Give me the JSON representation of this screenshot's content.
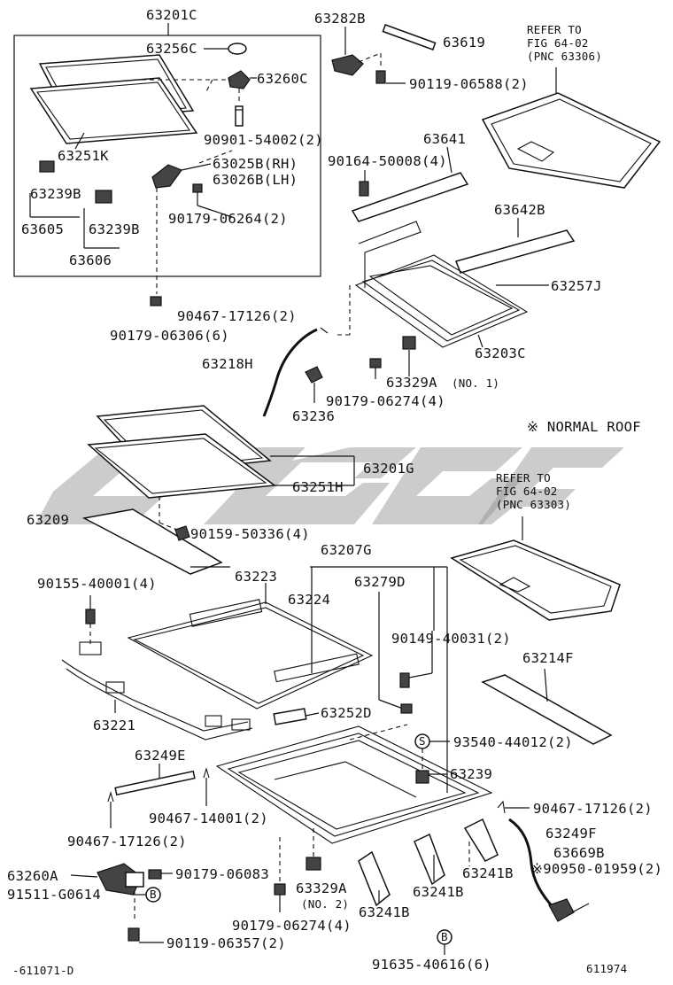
{
  "labels": {
    "p63201C": "63201C",
    "p63256C": "63256C",
    "p63260C": "63260C",
    "p90901": "90901-54002(2)",
    "p63251K": "63251K",
    "p63025B": "63025B(RH)",
    "p63026B": "63026B(LH)",
    "p63239B_1": "63239B",
    "p63605": "63605",
    "p63239B_2": "63239B",
    "p90179_06264": "90179-06264(2)",
    "p63606": "63606",
    "p63282B": "63282B",
    "p63619": "63619",
    "p90119_06588": "90119-06588(2)",
    "ref1_line1": "REFER TO",
    "ref1_line2": "FIG 64-02",
    "ref1_line3": "(PNC 63306)",
    "p63641": "63641",
    "p90164": "90164-50008(4)",
    "p63642B": "63642B",
    "p63257J": "63257J",
    "p90467_17126_a": "90467-17126(2)",
    "p90179_06306": "90179-06306(6)",
    "p63203C": "63203C",
    "p63218H": "63218H",
    "p63329A_1": "63329A",
    "p63329A_1_note": "(NO. 1)",
    "p90179_06274_a": "90179-06274(4)",
    "p63236": "63236",
    "normal_roof": "※ NORMAL ROOF",
    "p63201G": "63201G",
    "p63251H": "63251H",
    "ref2_line1": "REFER TO",
    "ref2_line2": "FIG 64-02",
    "ref2_line3": "(PNC 63303)",
    "p63209": "63209",
    "p90159": "90159-50336(4)",
    "p63207G": "63207G",
    "p90155": "90155-40001(4)",
    "p63223": "63223",
    "p63224": "63224",
    "p63279D": "63279D",
    "p90149": "90149-40031(2)",
    "p63214F": "63214F",
    "p63221": "63221",
    "p63252D": "63252D",
    "p93540": "93540-44012(2)",
    "s_marker": "S",
    "p63249E": "63249E",
    "p63239": "63239",
    "p90467_14001": "90467-14001(2)",
    "p90467_17126_b": "90467-17126(2)",
    "p90467_17126_c": "90467-17126(2)",
    "p63249F": "63249F",
    "p63669B": "63669B",
    "p90950": "※90950-01959(2)",
    "p63260A": "63260A",
    "p90179_06083": "90179-06083",
    "p63329A_2": "63329A",
    "p63329A_2_note": "(NO. 2)",
    "p63241B_1": "63241B",
    "p63241B_2": "63241B",
    "p63241B_3": "63241B",
    "p91511": "91511-G0614",
    "b_marker_1": "B",
    "p90179_06274_b": "90179-06274(4)",
    "p90119_06357": "90119-06357(2)",
    "b_marker_2": "B",
    "p91635": "91635-40616(6)",
    "footer_left": "-611071-D",
    "footer_right": "611974"
  }
}
